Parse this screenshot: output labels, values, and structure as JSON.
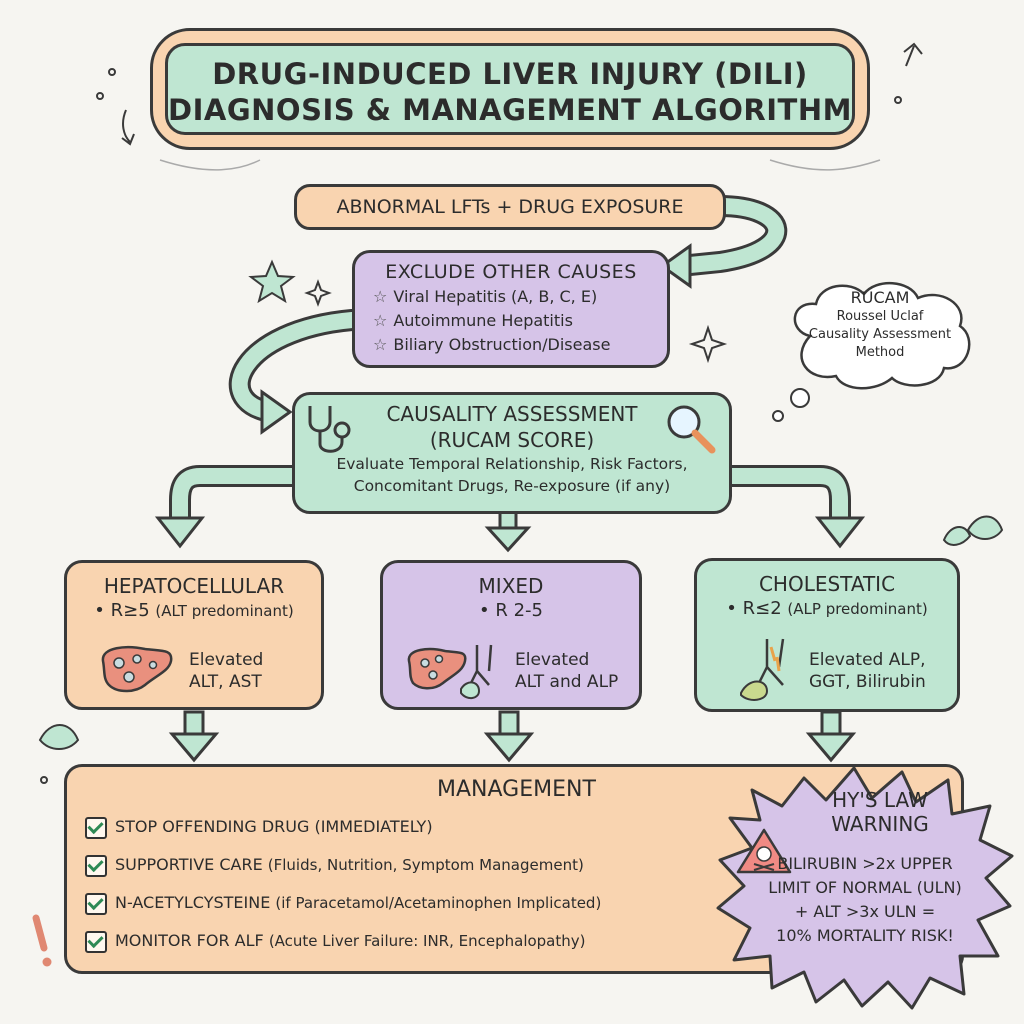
{
  "title": {
    "line1": "DRUG-INDUCED LIVER INJURY (DILI)",
    "line2": "DIAGNOSIS & MANAGEMENT ALGORITHM"
  },
  "start": {
    "label": "ABNORMAL LFTs + DRUG EXPOSURE"
  },
  "exclude": {
    "title": "EXCLUDE OTHER CAUSES",
    "items": [
      "Viral Hepatitis (A, B, C, E)",
      "Autoimmune Hepatitis",
      "Biliary Obstruction/Disease"
    ]
  },
  "rucam_bubble": {
    "title": "RUCAM",
    "line1": "Roussel Uclaf",
    "line2": "Causality Assessment",
    "line3": "Method"
  },
  "causality": {
    "title1": "CAUSALITY ASSESSMENT",
    "title2": "(RUCAM SCORE)",
    "desc1": "Evaluate Temporal Relationship, Risk Factors,",
    "desc2": "Concomitant Drugs, Re-exposure (if any)"
  },
  "types": [
    {
      "title": "HEPATOCELLULAR",
      "criterion": "• R≥5",
      "criterion_note": "(ALT predominant)",
      "finding1": "Elevated",
      "finding2": "ALT, AST"
    },
    {
      "title": "MIXED",
      "criterion": "• R 2-5",
      "criterion_note": "",
      "finding1": "Elevated",
      "finding2": "ALT and ALP"
    },
    {
      "title": "CHOLESTATIC",
      "criterion": "• R≤2",
      "criterion_note": "(ALP predominant)",
      "finding1": "Elevated ALP,",
      "finding2": "GGT, Bilirubin"
    }
  ],
  "management": {
    "title": "MANAGEMENT",
    "items": [
      {
        "main": "STOP OFFENDING DRUG (IMMEDIATELY)",
        "note": ""
      },
      {
        "main": "SUPPORTIVE CARE",
        "note": "(Fluids, Nutrition, Symptom Management)"
      },
      {
        "main": "N-ACETYLCYSTEINE",
        "note": "(if Paracetamol/Acetaminophen Implicated)"
      },
      {
        "main": "MONITOR FOR ALF",
        "note": "(Acute Liver Failure: INR, Encephalopathy)"
      }
    ]
  },
  "hys_law": {
    "title1": "HY'S LAW",
    "title2": "WARNING",
    "line1": "BILIRUBIN >2x UPPER",
    "line2": "LIMIT OF NORMAL (ULN)",
    "line3": "+ ALT >3x ULN =",
    "line4": "10% MORTALITY RISK!"
  },
  "colors": {
    "green": "#bfe6d2",
    "peach": "#f9d4b0",
    "purple": "#d6c4e8",
    "arrow": "#bfe6d2",
    "outline": "#3a3a3a"
  }
}
